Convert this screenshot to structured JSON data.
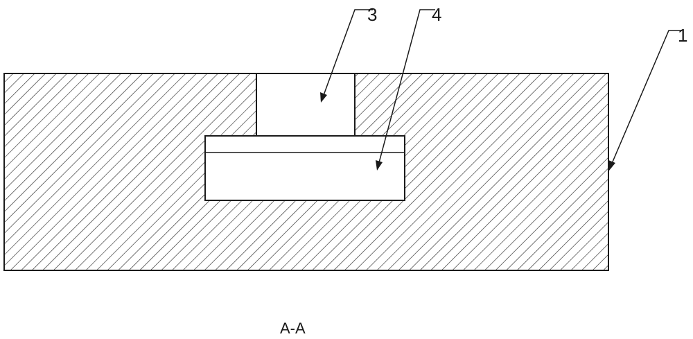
{
  "labels": {
    "body": "1",
    "upper_slot": "3",
    "lower_slot": "4"
  },
  "caption": "A-A",
  "colors": {
    "line": "#1a1a1a",
    "hatch": "#2a2a2a",
    "fill": "#ffffff"
  }
}
